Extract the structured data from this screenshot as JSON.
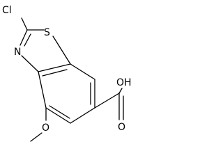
{
  "molecule": {
    "atoms": {
      "chlorine": "Cl",
      "sulfur": "S",
      "nitrogen": "N",
      "methoxy_oxygen": "O",
      "carbonyl_oxygen": "O",
      "hydroxyl": "OH"
    },
    "colors": {
      "bond": "#000000",
      "label": "#000000",
      "background": "#ffffff"
    }
  }
}
